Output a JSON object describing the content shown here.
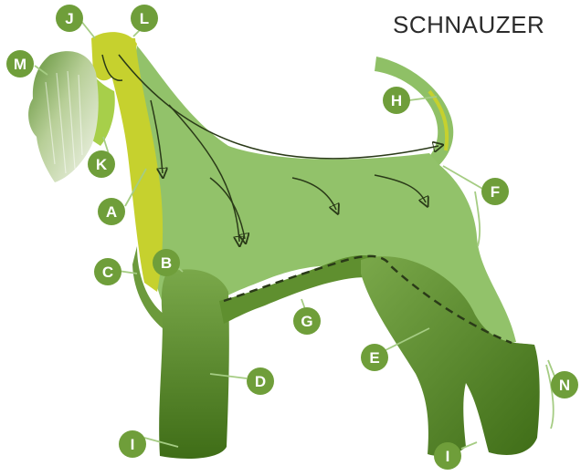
{
  "title": "SCHNAUZER",
  "colors": {
    "body_light": "#92c26a",
    "leg_dark": "#4e7f22",
    "leg_mid": "#6c9a3c",
    "yellow_green": "#c6d12e",
    "badge": "#6f9e3a",
    "line": "#a5cc83",
    "dashed": "#2a3a18",
    "beard_light": "#eef2e4"
  },
  "markers": [
    {
      "id": "A",
      "letter": "A"
    },
    {
      "id": "B",
      "letter": "B"
    },
    {
      "id": "C",
      "letter": "C"
    },
    {
      "id": "D",
      "letter": "D"
    },
    {
      "id": "E",
      "letter": "E"
    },
    {
      "id": "F",
      "letter": "F"
    },
    {
      "id": "G",
      "letter": "G"
    },
    {
      "id": "H",
      "letter": "H"
    },
    {
      "id": "I1",
      "letter": "I"
    },
    {
      "id": "I2",
      "letter": "I"
    },
    {
      "id": "J",
      "letter": "J"
    },
    {
      "id": "K",
      "letter": "K"
    },
    {
      "id": "L",
      "letter": "L"
    },
    {
      "id": "M",
      "letter": "M"
    },
    {
      "id": "N",
      "letter": "N"
    }
  ]
}
